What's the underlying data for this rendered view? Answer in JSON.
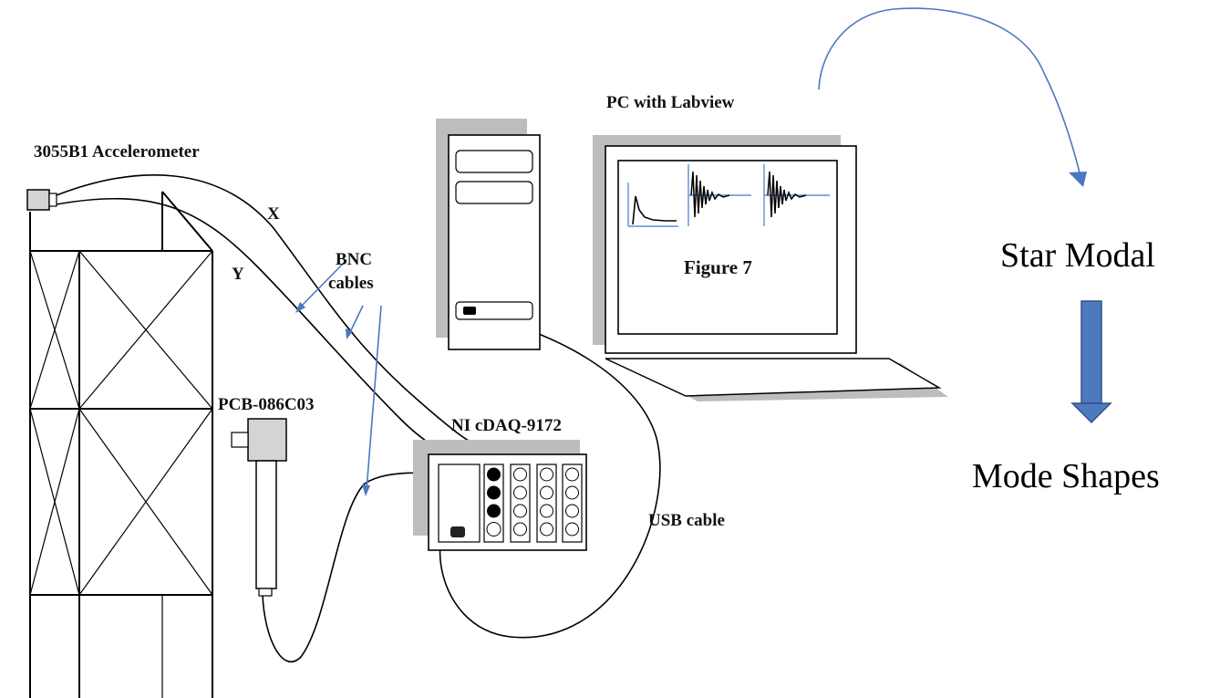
{
  "labels": {
    "accelerometer": "3055B1 Accelerometer",
    "axis_x": "X",
    "axis_y": "Y",
    "bnc_line1": "BNC",
    "bnc_line2": "cables",
    "pcb": "PCB-086C03",
    "daq": "NI cDAQ-9172",
    "usb": "USB cable",
    "pc": "PC with Labview",
    "figure": "Figure 7"
  },
  "flow": {
    "step1": "Star Modal",
    "step2": "Mode Shapes"
  },
  "colors": {
    "arrow_blue": "#4a78c2",
    "arrow_fill": "#4f79bd",
    "shadow_gray": "#bdbdbd",
    "plot_line": "#5b8fd6"
  }
}
